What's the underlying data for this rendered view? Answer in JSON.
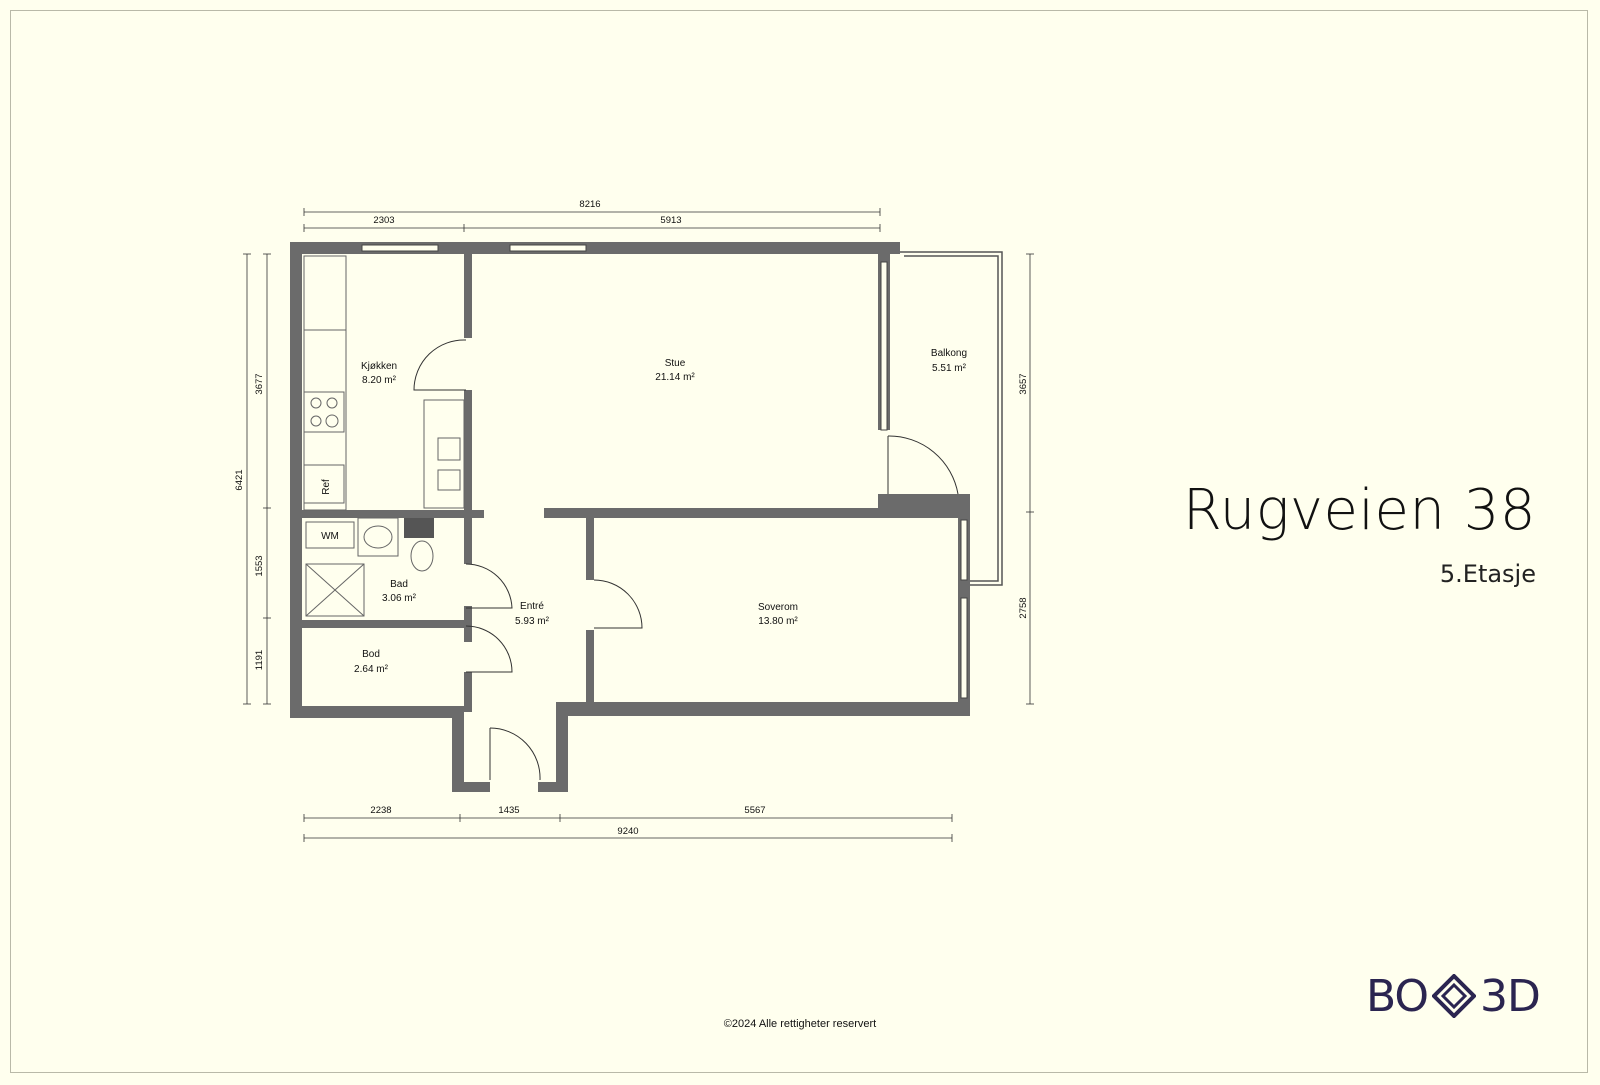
{
  "title": "Rugveien 38",
  "subtitle": "5.Etasje",
  "copyright": "©2024 Alle rettigheter reservert",
  "logo": {
    "left": "BO",
    "right": "3D",
    "icon": "diamond-logo-icon",
    "color": "#2b2550"
  },
  "colors": {
    "background": "#ffffee",
    "wall": "#6b6b6b",
    "fixture": "#888888"
  },
  "rooms": {
    "kjokken": {
      "name": "Kjøkken",
      "area": "8.20 m²"
    },
    "stue": {
      "name": "Stue",
      "area": "21.14 m²"
    },
    "balkong": {
      "name": "Balkong",
      "area": "5.51 m²"
    },
    "bad": {
      "name": "Bad",
      "area": "3.06 m²"
    },
    "entre": {
      "name": "Entré",
      "area": "5.93 m²"
    },
    "soverom": {
      "name": "Soverom",
      "area": "13.80 m²"
    },
    "bod": {
      "name": "Bod",
      "area": "2.64 m²"
    }
  },
  "fixtures": {
    "washing_machine": "WM",
    "refrigerator": "Ref"
  },
  "dimensions": {
    "top_total": "8216",
    "top_left": "2303",
    "top_right": "5913",
    "bottom_left": "2238",
    "bottom_mid": "1435",
    "bottom_right": "5567",
    "bottom_total": "9240",
    "left_total": "6421",
    "left_top": "3677",
    "left_mid": "1553",
    "left_bottom": "1191",
    "right_top": "3657",
    "right_bottom": "2758"
  }
}
